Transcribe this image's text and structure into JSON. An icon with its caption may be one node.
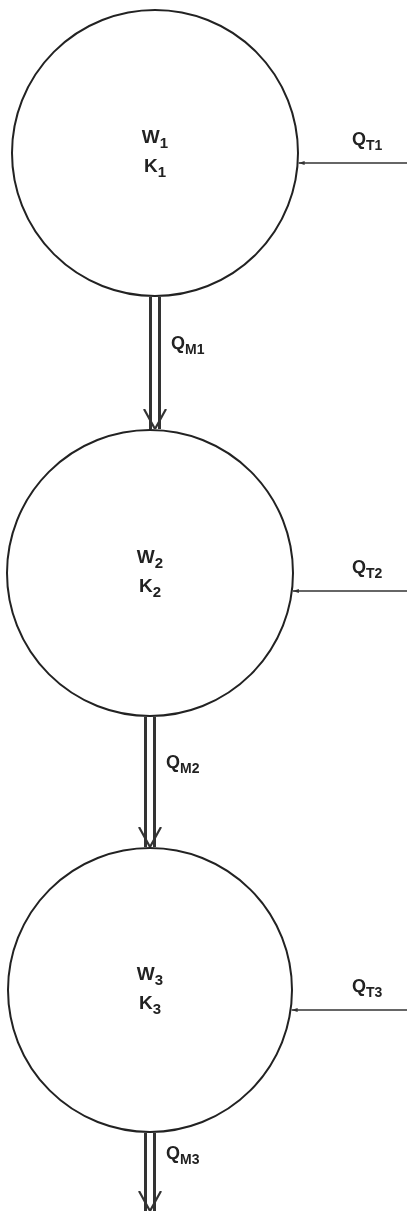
{
  "diagram": {
    "nodes": [
      {
        "text": [
          "W$_{1}$",
          "K$_{1}$"
        ]
      },
      {
        "text": [
          "W$_{2}$",
          "K$_{2}$"
        ]
      },
      {
        "text": [
          "W$_{3}$",
          "K$_{3}$"
        ]
      }
    ],
    "edges": [
      {
        "from": null,
        "to": 0,
        "arrow": "to",
        "label": "Q$_{T1}$"
      },
      {
        "from": 0,
        "to": 1,
        "arrow": "to",
        "label": "Q$_{M1}$",
        "style": "thick"
      },
      {
        "from": null,
        "to": 1,
        "arrow": "to",
        "label": "Q$_{T2}$"
      },
      {
        "from": 1,
        "to": 2,
        "arrow": "to",
        "label": "Q$_{M2}$",
        "style": "thick"
      },
      {
        "from": null,
        "to": 2,
        "arrow": "to",
        "label": "Q$_{T3}$"
      },
      {
        "from": 2,
        "to": null,
        "arrow": "to",
        "label": "Q$_{M3}$",
        "style": "thick"
      }
    ]
  }
}
